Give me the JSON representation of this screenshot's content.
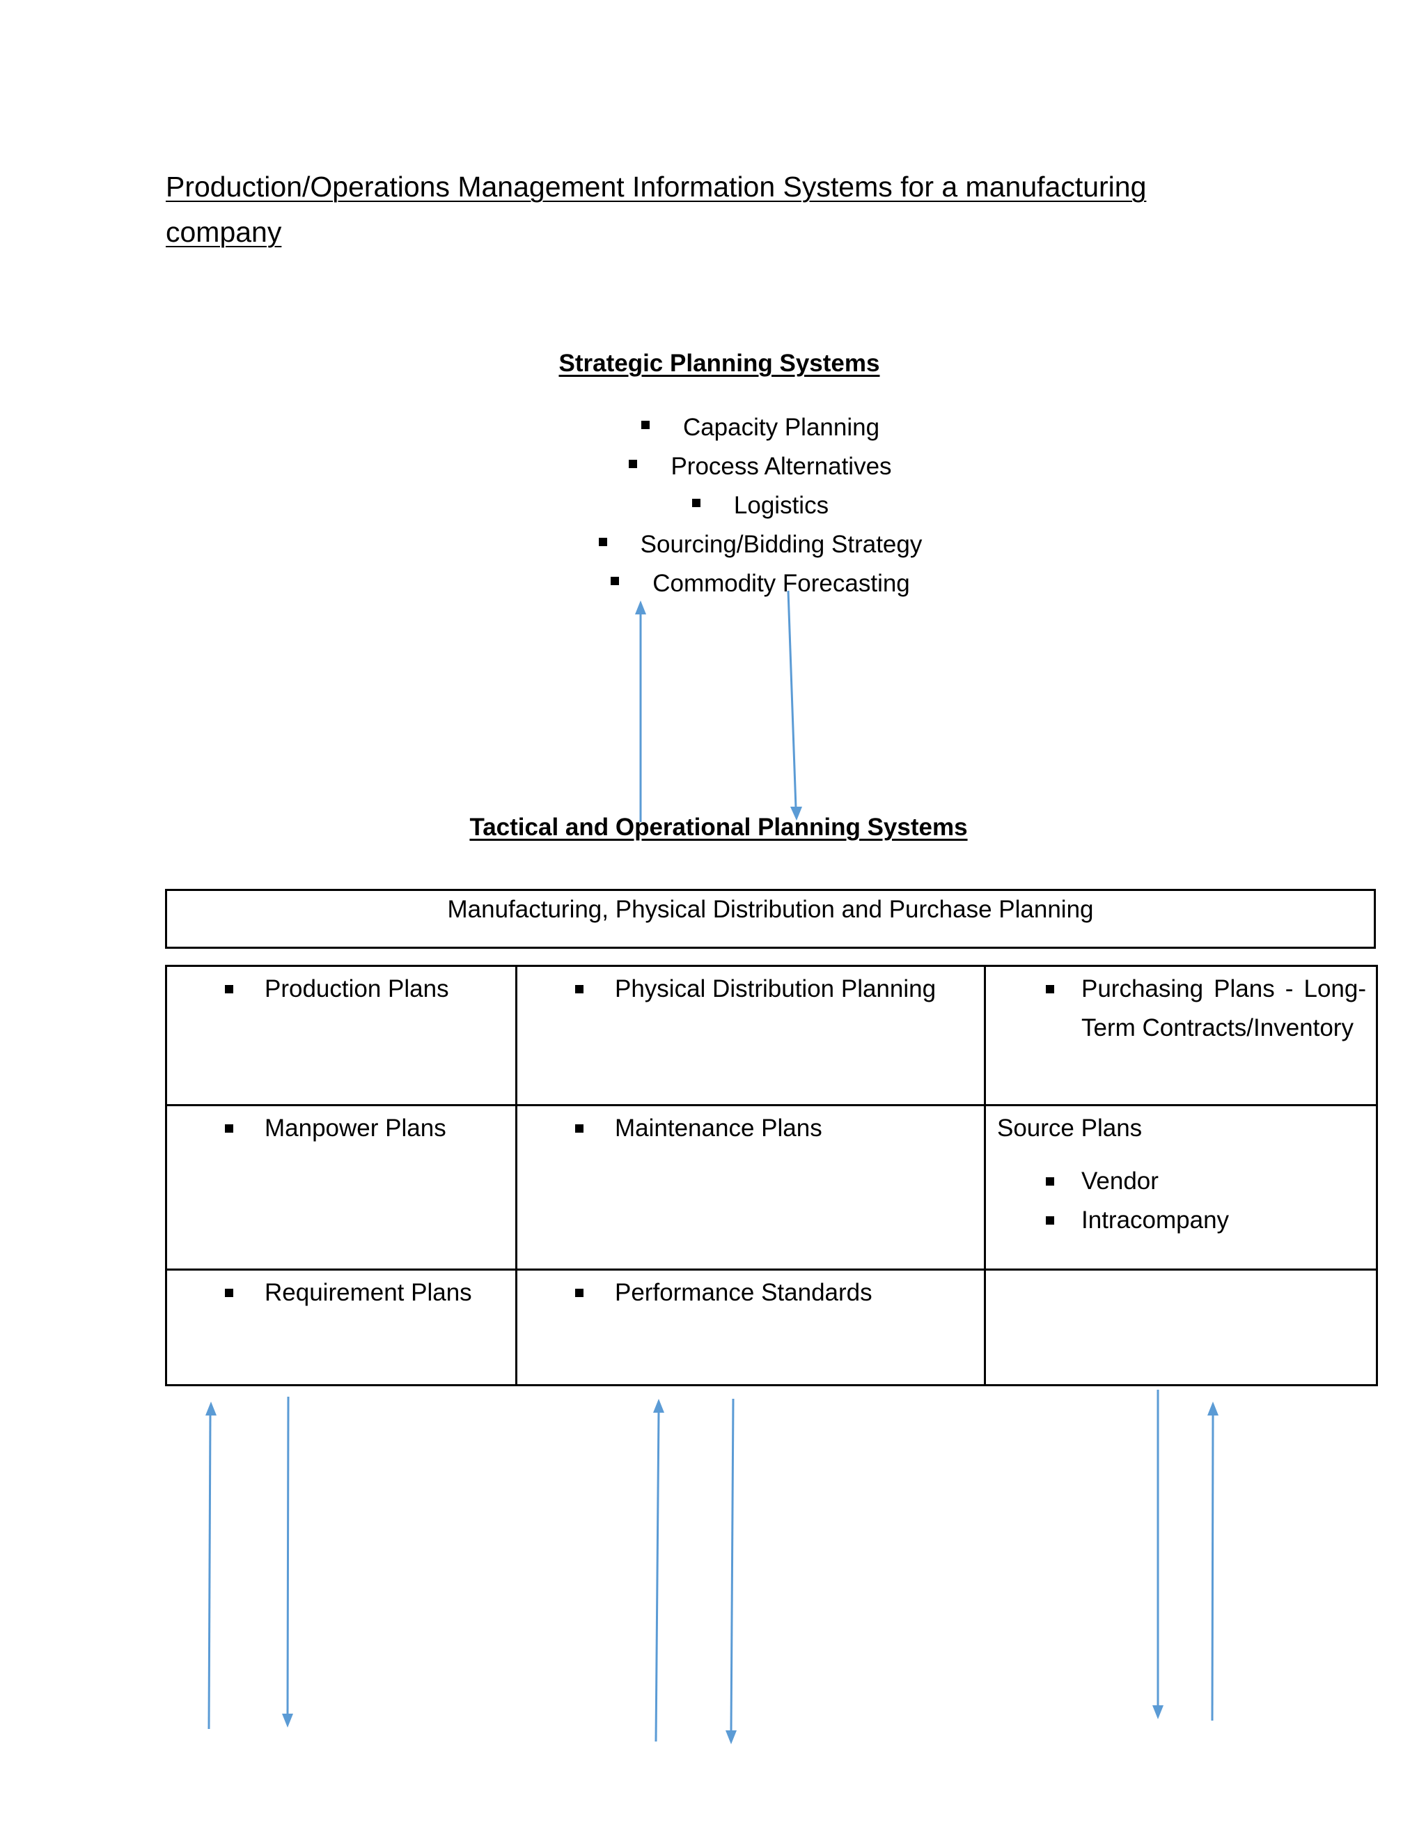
{
  "title": "Production/Operations Management Information Systems for a manufacturing company",
  "strategic": {
    "heading": "Strategic Planning Systems",
    "items": [
      "Capacity Planning",
      "Process Alternatives",
      "Logistics",
      "Sourcing/Bidding Strategy",
      "Commodity Forecasting"
    ]
  },
  "tactical": {
    "heading": "Tactical and Operational Planning Systems",
    "header_box": "Manufacturing, Physical Distribution and Purchase Planning",
    "rows": [
      {
        "col1": "Production Plans",
        "col2": "Physical Distribution Planning",
        "col3": "Purchasing Plans - Long-Term Contracts/Inventory"
      },
      {
        "col1": "Manpower Plans",
        "col2": "Maintenance Plans",
        "col3_label": "Source Plans",
        "col3_items": [
          "Vendor",
          "Intracompany"
        ]
      },
      {
        "col1": "Requirement Plans",
        "col2": "Performance Standards",
        "col3": ""
      }
    ]
  },
  "colors": {
    "arrow": "#5b9bd5",
    "text": "#000000",
    "border": "#000000"
  }
}
